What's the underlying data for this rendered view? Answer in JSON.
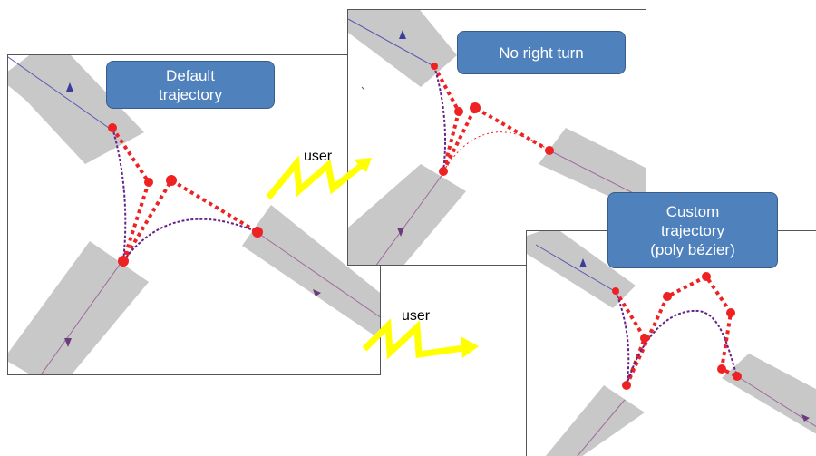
{
  "labels": {
    "default": [
      "Default",
      "trajectory"
    ],
    "no_right": [
      "No right turn"
    ],
    "custom": [
      "Custom",
      "trajectory",
      "(poly bézier)"
    ]
  },
  "user_labels": [
    "user",
    "user"
  ],
  "colors": {
    "road": "#c8c8c8",
    "lane_line": "#5a5ab4",
    "control": "#ee2222",
    "trajectory": "#662288",
    "label_fill": "#4f81bd",
    "arrow": "#ffff00"
  }
}
